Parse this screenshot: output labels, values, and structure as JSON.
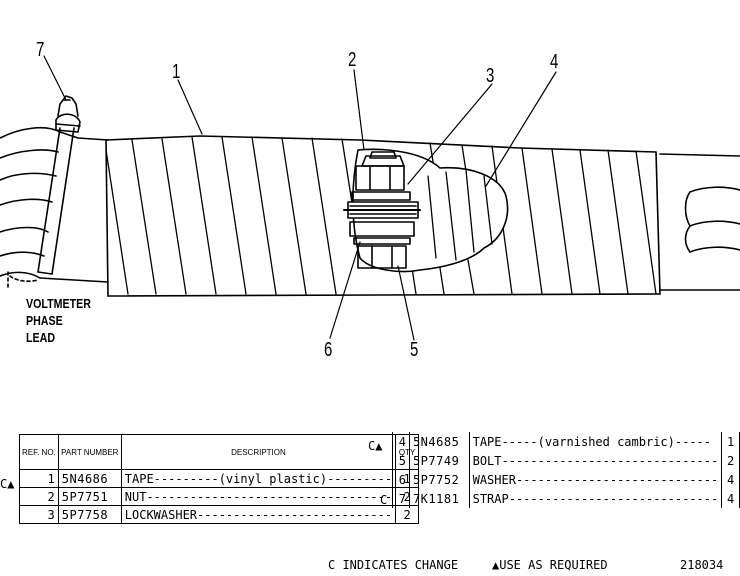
{
  "callouts": {
    "c1": "1",
    "c2": "2",
    "c3": "3",
    "c4": "4",
    "c5": "5",
    "c6": "6",
    "c7": "7"
  },
  "lead_label": [
    "VOLTMETER",
    "PHASE",
    "LEAD"
  ],
  "table_headers": {
    "ref": "REF. NO.",
    "part": "PART NUMBER",
    "description": "DESCRIPTION",
    "qty": "QTY"
  },
  "parts_left": [
    {
      "mark": "C▲",
      "ref": "1",
      "part": "5N4686",
      "description": "TAPE---------(vinyl plastic)---------",
      "qty": "1"
    },
    {
      "mark": "",
      "ref": "2",
      "part": "5P7751",
      "description": "NUT----------------------------------",
      "qty": "2"
    },
    {
      "mark": "",
      "ref": "3",
      "part": "5P7758",
      "description": "LOCKWASHER---------------------------",
      "qty": "2"
    }
  ],
  "parts_right": [
    {
      "mark": "C▲",
      "ref": "4",
      "part": "5N4685",
      "description": "TAPE-----(varnished cambric)-----",
      "qty": "1"
    },
    {
      "mark": "",
      "ref": "5",
      "part": "5P7749",
      "description": "BOLT------------------------------",
      "qty": "2"
    },
    {
      "mark": "",
      "ref": "6",
      "part": "5P7752",
      "description": "WASHER----------------------------",
      "qty": "4"
    },
    {
      "mark": "C",
      "ref": "7",
      "part": "7K1181",
      "description": "STRAP-----------------------------",
      "qty": "4"
    }
  ],
  "footer": {
    "change_note": "C INDICATES CHANGE",
    "use_note": "▲USE AS REQUIRED",
    "drawing_number": "218034"
  }
}
